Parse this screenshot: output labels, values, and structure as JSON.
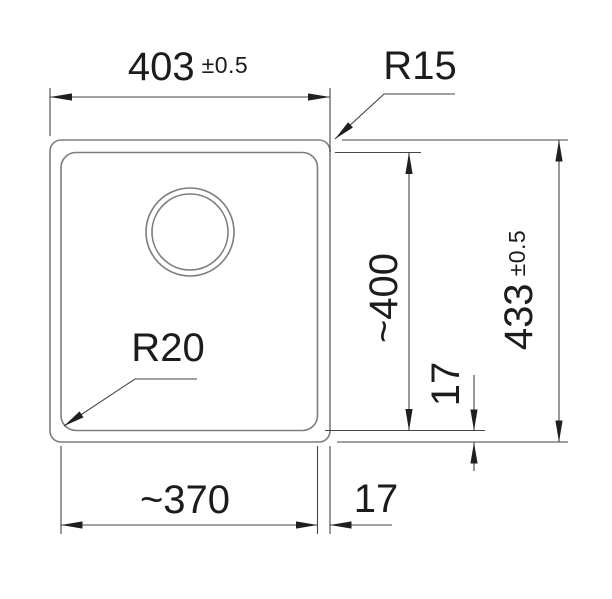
{
  "drawing": {
    "type": "sink-installation-technical-drawing",
    "dimensions": {
      "outer_width": {
        "value": "403",
        "tolerance": "±0.5"
      },
      "outer_height": {
        "value": "433",
        "tolerance": "±0.5"
      },
      "bowl_height": {
        "value": "~400"
      },
      "bowl_width": {
        "value": "~370"
      },
      "offset_right": {
        "value": "17"
      },
      "offset_bottom": {
        "value": "17"
      },
      "outer_corner_radius": {
        "value": "R15"
      },
      "bowl_corner_radius": {
        "value": "R20"
      }
    },
    "colors": {
      "background": "#ffffff",
      "geometry_line": "#7d7d7d",
      "dimension_line": "#454545",
      "text": "#1c1c1c"
    }
  }
}
